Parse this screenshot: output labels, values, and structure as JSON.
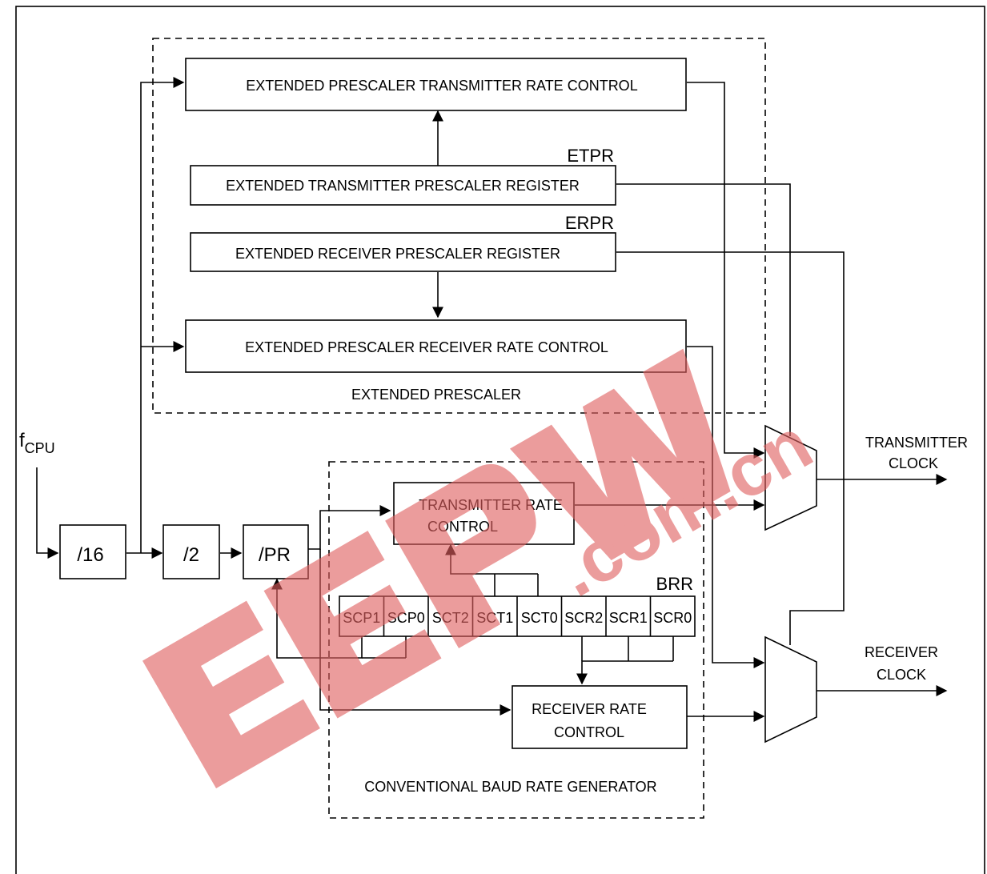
{
  "blocks": {
    "tx_rate_ctrl": "EXTENDED PRESCALER TRANSMITTER RATE CONTROL",
    "etpr_reg": "EXTENDED TRANSMITTER PRESCALER REGISTER",
    "erpr_reg": "EXTENDED RECEIVER PRESCALER REGISTER",
    "rx_rate_ctrl": "EXTENDED PRESCALER RECEIVER RATE CONTROL",
    "div16": "/16",
    "div2": "/2",
    "div_pr": "/PR",
    "tx_rate_line1": "TRANSMITTER RATE",
    "tx_rate_line2": "CONTROL",
    "rx_rate_line1": "RECEIVER RATE",
    "rx_rate_line2": "CONTROL"
  },
  "labels": {
    "etpr": "ETPR",
    "erpr": "ERPR",
    "extended_prescaler": "EXTENDED PRESCALER",
    "fcpu_main": "f",
    "fcpu_sub": "CPU",
    "brr": "BRR",
    "conventional": "CONVENTIONAL BAUD RATE GENERATOR",
    "tx_clock_1": "TRANSMITTER",
    "tx_clock_2": "CLOCK",
    "rx_clock_1": "RECEIVER",
    "rx_clock_2": "CLOCK"
  },
  "brr_bits": [
    "SCP1",
    "SCP0",
    "SCT2",
    "SCT1",
    "SCT0",
    "SCR2",
    "SCR1",
    "SCR0"
  ],
  "watermark": {
    "logo_text": "EEPW",
    "site_text": ".com.cn",
    "color": "#e06060"
  }
}
